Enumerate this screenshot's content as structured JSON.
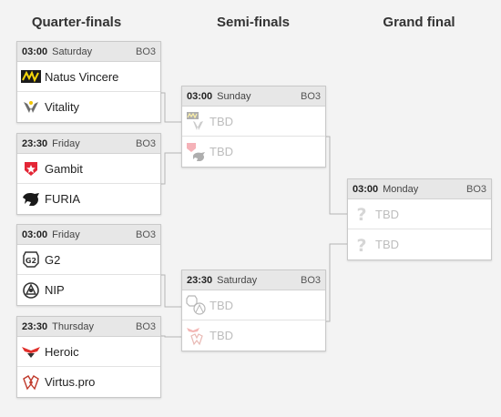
{
  "columns": [
    "Quarter-finals",
    "Semi-finals",
    "Grand final"
  ],
  "quarterfinals": [
    {
      "time": "03:00",
      "day": "Saturday",
      "format": "BO3",
      "teams": [
        "Natus Vincere",
        "Vitality"
      ]
    },
    {
      "time": "23:30",
      "day": "Friday",
      "format": "BO3",
      "teams": [
        "Gambit",
        "FURIA"
      ]
    },
    {
      "time": "03:00",
      "day": "Friday",
      "format": "BO3",
      "teams": [
        "G2",
        "NIP"
      ]
    },
    {
      "time": "23:30",
      "day": "Thursday",
      "format": "BO3",
      "teams": [
        "Heroic",
        "Virtus.pro"
      ]
    }
  ],
  "semifinals": [
    {
      "time": "03:00",
      "day": "Sunday",
      "format": "BO3",
      "teams": [
        "TBD",
        "TBD"
      ]
    },
    {
      "time": "23:30",
      "day": "Saturday",
      "format": "BO3",
      "teams": [
        "TBD",
        "TBD"
      ]
    }
  ],
  "grandfinal": {
    "time": "03:00",
    "day": "Monday",
    "format": "BO3",
    "teams": [
      "TBD",
      "TBD"
    ]
  }
}
